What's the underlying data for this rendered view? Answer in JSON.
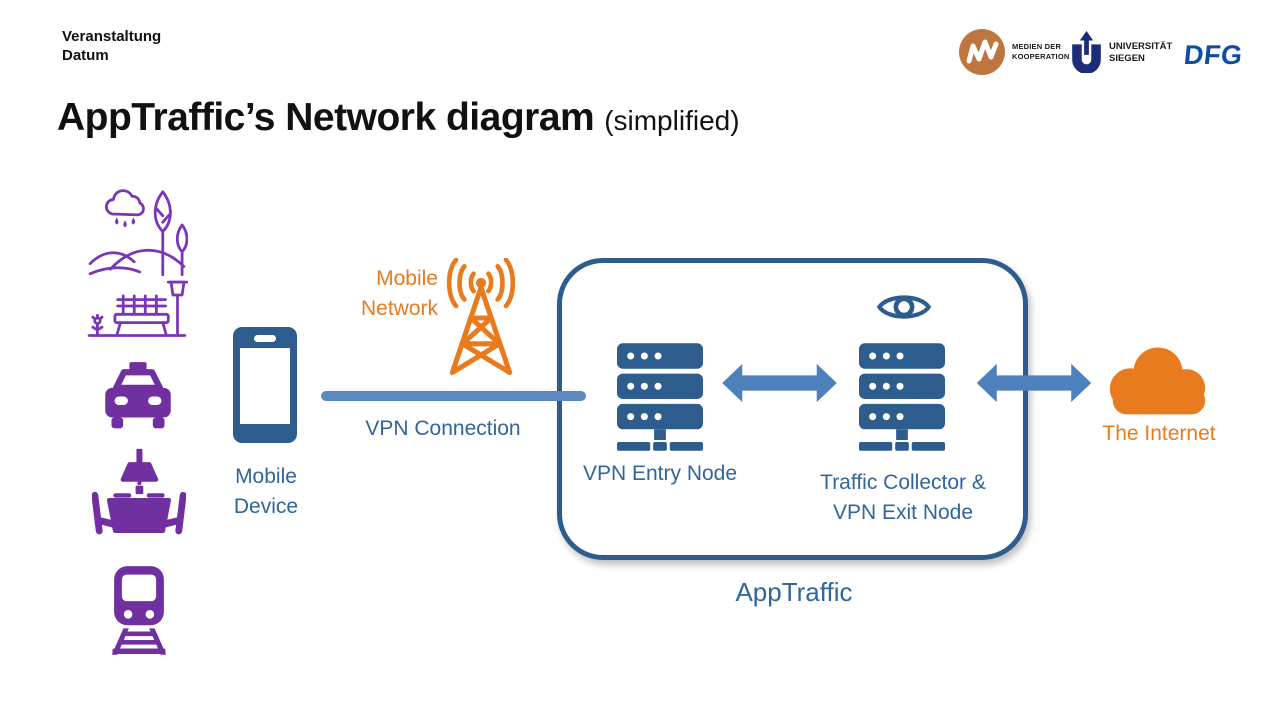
{
  "header": {
    "event": "Veranstaltung",
    "date": "Datum",
    "logos": {
      "mdk": {
        "name": "Medien der Kooperation",
        "line1": "MEDIEN DER",
        "line2": "KOOPERATION"
      },
      "siegen": {
        "name": "Universität Siegen",
        "line1": "UNIVERSITÄT",
        "line2": "SIEGEN"
      },
      "dfg": {
        "label": "DFG"
      }
    }
  },
  "title": {
    "main": "AppTraffic’s Network diagram",
    "suffix": "(simplified)"
  },
  "diagram": {
    "labels": {
      "mobile_device": "Mobile Device",
      "mobile_network": "Mobile Network",
      "vpn_connection": "VPN Connection",
      "vpn_entry": "VPN Entry Node",
      "collector": "Traffic Collector & VPN Exit Node",
      "internet": "The Internet",
      "box": "AppTraffic"
    },
    "icons": [
      "park-scene-icon",
      "taxi-icon",
      "dining-table-icon",
      "train-icon",
      "smartphone-icon",
      "radio-tower-icon",
      "server-rack-icon",
      "eye-icon",
      "double-arrow-icon",
      "cloud-icon"
    ]
  },
  "colors": {
    "dark_blue": "#2E5C8C",
    "label_blue": "#31659B",
    "arrow_blue": "#4E80BC",
    "line_blue": "#5C88BF",
    "orange": "#E87B1E",
    "purple": "#7030A0",
    "purple_light": "#7A35B8",
    "dfg_blue": "#0B4EA2",
    "siegen_navy": "#1A2C7A",
    "mdk_orange": "#BF7540",
    "title_black": "#111111"
  }
}
